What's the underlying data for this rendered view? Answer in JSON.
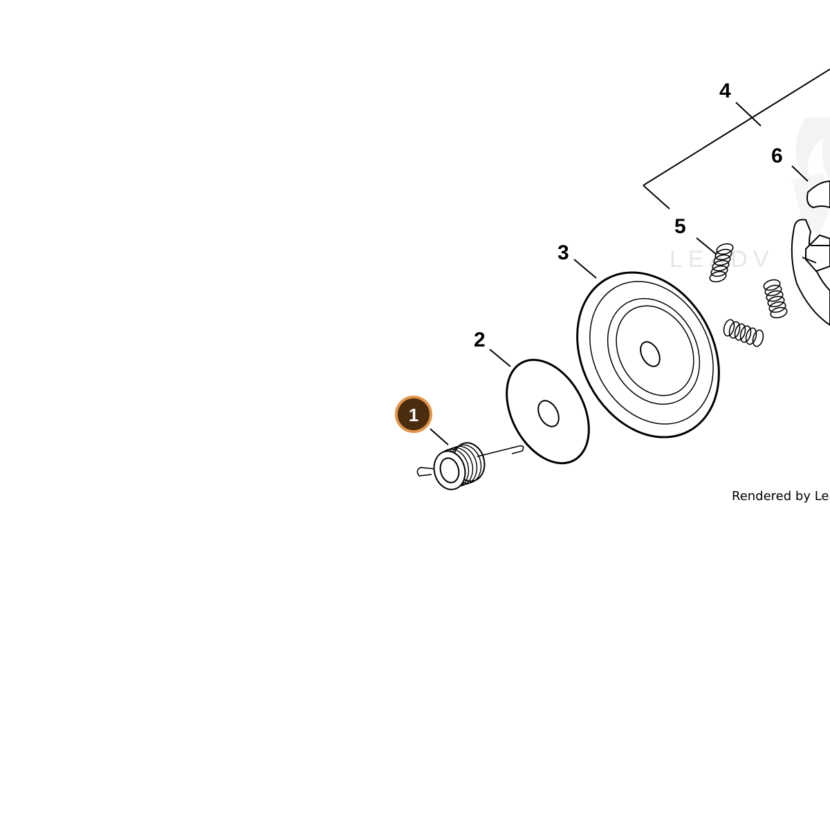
{
  "callouts": [
    {
      "id": "1",
      "label": "1",
      "selected": true
    },
    {
      "id": "2",
      "label": "2",
      "selected": false
    },
    {
      "id": "3",
      "label": "3",
      "selected": false
    },
    {
      "id": "4",
      "label": "4",
      "selected": false
    },
    {
      "id": "5",
      "label": "5",
      "selected": false
    },
    {
      "id": "6",
      "label": "6",
      "selected": false
    }
  ],
  "credit_text": "Rendered by Leac",
  "watermark_text": "LEADV",
  "colors": {
    "badge_fill": "#4a2c0f",
    "badge_ring": "#e0954a",
    "line": "#000000",
    "watermark": "#e6e6e6"
  }
}
